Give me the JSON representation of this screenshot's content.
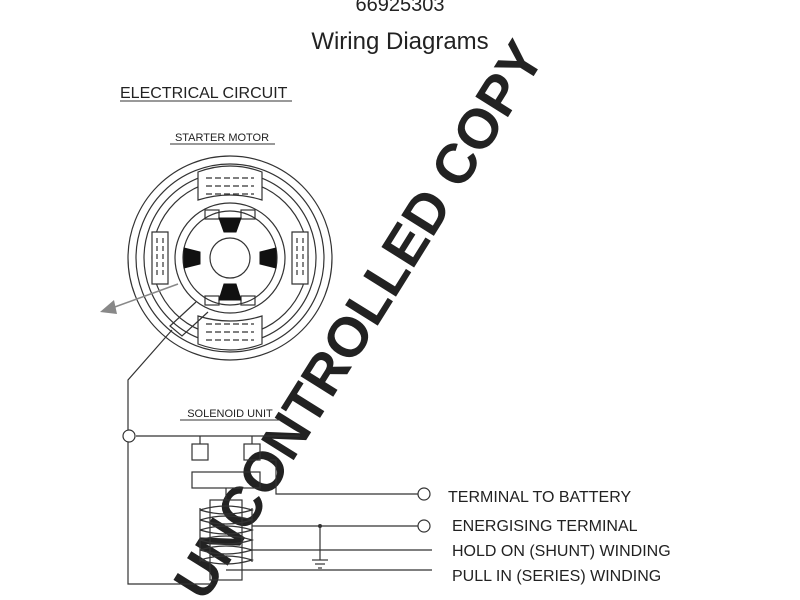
{
  "header": {
    "part_number": "66925303",
    "title": "Wiring Diagrams"
  },
  "diagram": {
    "section_title": "ELECTRICAL CIRCUIT",
    "starter_motor_label": "STARTER MOTOR",
    "solenoid_label": "SOLENOID UNIT",
    "terminals": [
      {
        "label": "TERMINAL TO BATTERY"
      },
      {
        "label": "ENERGISING TERMINAL"
      },
      {
        "label": "HOLD ON (SHUNT) WINDING"
      },
      {
        "label": "PULL IN (SERIES) WINDING"
      }
    ]
  },
  "watermark": {
    "text": "UNCONTROLLED COPY",
    "color": "#d9d9d9"
  },
  "colors": {
    "line": "#333333",
    "ink": "#222222",
    "arrow": "#888888"
  }
}
